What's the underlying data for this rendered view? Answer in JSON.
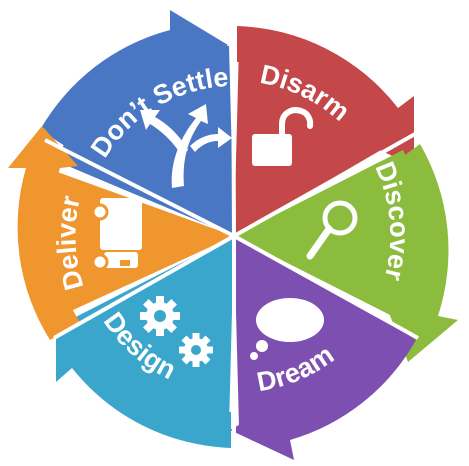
{
  "segments": [
    {
      "id": "dont-settle",
      "label": "Don’t Settle",
      "color": "#4a77c4",
      "icon": "road-split-arrows-icon"
    },
    {
      "id": "disarm",
      "label": "Disarm",
      "color": "#c4474a",
      "icon": "padlock-icon"
    },
    {
      "id": "discover",
      "label": "Discover",
      "color": "#8bbc3e",
      "icon": "magnifying-glass-icon"
    },
    {
      "id": "dream",
      "label": "Dream",
      "color": "#7d4fb0",
      "icon": "thought-bubble-icon"
    },
    {
      "id": "design",
      "label": "Design",
      "color": "#3aa6cc",
      "icon": "gears-icon"
    },
    {
      "id": "deliver",
      "label": "Deliver",
      "color": "#f0962e",
      "icon": "delivery-truck-icon"
    }
  ]
}
